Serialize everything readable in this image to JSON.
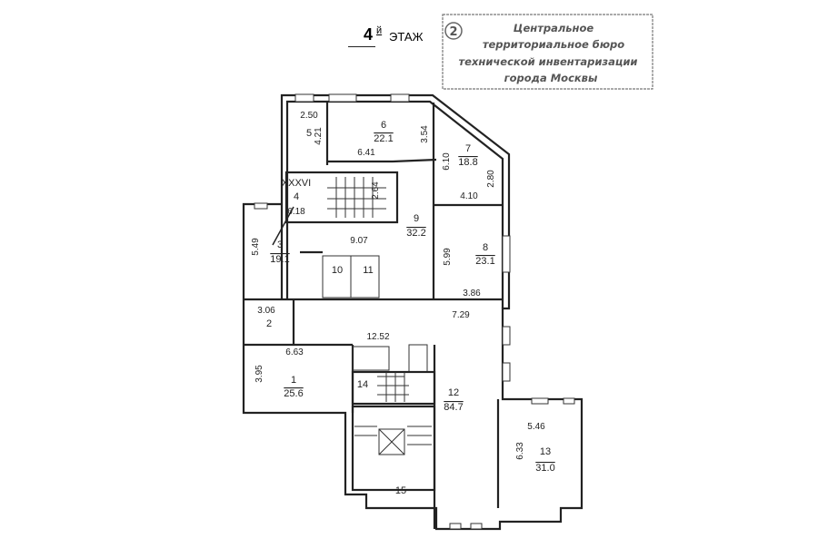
{
  "header": {
    "floor_number": "4",
    "floor_suffix": "й",
    "floor_word": "ЭТАЖ"
  },
  "stamp": {
    "number": "2",
    "lines": [
      "Центральное",
      "территориальное бюро",
      "технической инвентаризации",
      "города Москвы"
    ]
  },
  "rooms": [
    {
      "id": "1",
      "area": "25.6"
    },
    {
      "id": "2",
      "area": ""
    },
    {
      "id": "3",
      "area": "19.1"
    },
    {
      "id": "4",
      "area": "",
      "roman": "XXXVI"
    },
    {
      "id": "5",
      "area": ""
    },
    {
      "id": "6",
      "area": "22.1"
    },
    {
      "id": "7",
      "area": "18.8"
    },
    {
      "id": "8",
      "area": "23.1"
    },
    {
      "id": "9",
      "area": "32.2"
    },
    {
      "id": "10",
      "area": ""
    },
    {
      "id": "11",
      "area": ""
    },
    {
      "id": "12",
      "area": "84.7"
    },
    {
      "id": "13",
      "area": "31.0"
    },
    {
      "id": "14",
      "area": ""
    },
    {
      "id": "15",
      "area": ""
    }
  ],
  "dimensions": {
    "d_2_50": "2.50",
    "d_4_21": "4.21",
    "d_3_54": "3.54",
    "d_6_41": "6.41",
    "d_6_10": "6.10",
    "d_2_80": "2.80",
    "d_4_10": "4.10",
    "d_6_18": "6.18",
    "d_2_64": "2.64",
    "d_9_07": "9.07",
    "d_5_49": "5.49",
    "d_5_99": "5.99",
    "d_3_86": "3.86",
    "d_3_06": "3.06",
    "d_7_29": "7.29",
    "d_12_52": "12.52",
    "d_6_63": "6.63",
    "d_3_95": "3.95",
    "d_5_46": "5.46",
    "d_6_33": "6.33"
  }
}
